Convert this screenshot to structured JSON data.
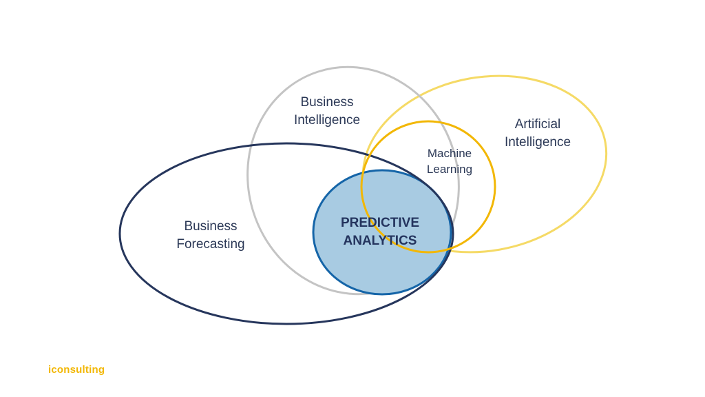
{
  "diagram": {
    "sets": {
      "business_intelligence": {
        "line1": "Business",
        "line2": "Intelligence"
      },
      "artificial_intelligence": {
        "line1": "Artificial",
        "line2": "Intelligence"
      },
      "machine_learning": {
        "line1": "Machine",
        "line2": "Learning"
      },
      "business_forecasting": {
        "line1": "Business",
        "line2": "Forecasting"
      },
      "predictive_analytics": {
        "line1": "PREDICTIVE",
        "line2": "ANALYTICS"
      }
    }
  },
  "brand": {
    "logo_text": "iconsulting"
  },
  "colors": {
    "business_intelligence": "#c4c4c4",
    "artificial_intelligence": "#f5da66",
    "machine_learning": "#f2b705",
    "business_forecasting": "#26365c",
    "predictive_analytics_stroke": "#1565a8",
    "predictive_analytics_fill": "#a8cbe2",
    "text": "#2b3856",
    "logo": "#f2b705"
  }
}
